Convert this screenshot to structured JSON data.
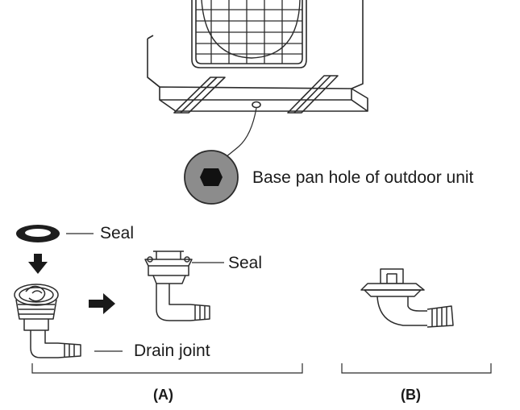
{
  "labels": {
    "base_pan_hole": "Base pan hole of outdoor unit",
    "seal_left": "Seal",
    "seal_right": "Seal",
    "drain_joint": "Drain joint",
    "group_a": "(A)",
    "group_b": "(B)"
  },
  "colors": {
    "line": "#2b2b2b",
    "hole_fill": "#8c8c8c",
    "hole_center": "#111111",
    "arrow": "#1a1a1a"
  }
}
